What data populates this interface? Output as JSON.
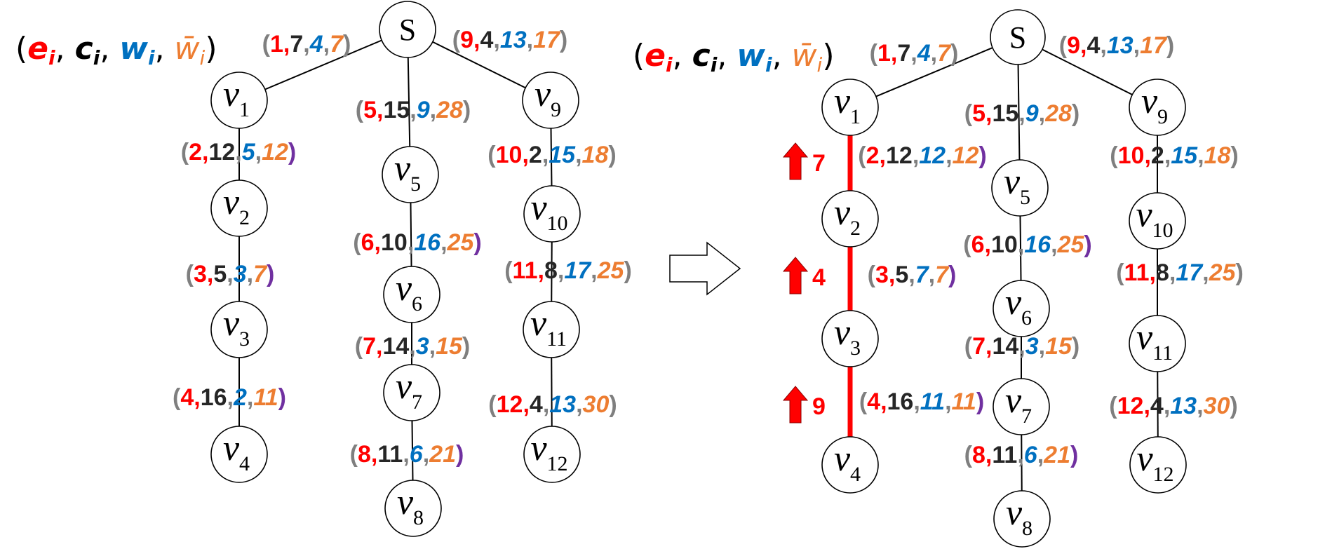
{
  "colors": {
    "e": "#ff0000",
    "c": "#262626",
    "w": "#0070c0",
    "wbar": "#ed7d31",
    "paren": "#7f7f7f",
    "paren_alt": "#7030a0",
    "highlight": "#ff0000"
  },
  "legend": {
    "open": "(",
    "close": ")",
    "sep": ", ",
    "e": "e",
    "c": "c",
    "w": "w",
    "wbar": "w̄",
    "sub": "i"
  },
  "root_label": "S",
  "panels": [
    {
      "id": "before",
      "nodes": [
        {
          "id": "v1",
          "name": "v",
          "sub": "1"
        },
        {
          "id": "v2",
          "name": "v",
          "sub": "2"
        },
        {
          "id": "v3",
          "name": "v",
          "sub": "3"
        },
        {
          "id": "v4",
          "name": "v",
          "sub": "4"
        },
        {
          "id": "v5",
          "name": "v",
          "sub": "5"
        },
        {
          "id": "v6",
          "name": "v",
          "sub": "6"
        },
        {
          "id": "v7",
          "name": "v",
          "sub": "7"
        },
        {
          "id": "v8",
          "name": "v",
          "sub": "8"
        },
        {
          "id": "v9",
          "name": "v",
          "sub": "9"
        },
        {
          "id": "v10",
          "name": "v",
          "sub": "10"
        },
        {
          "id": "v11",
          "name": "v",
          "sub": "11"
        },
        {
          "id": "v12",
          "name": "v",
          "sub": "12"
        }
      ],
      "edges": [
        {
          "from": "S",
          "to": "v1",
          "e": "1",
          "c": "7",
          "w": "4",
          "wbar": "7",
          "close": "paren"
        },
        {
          "from": "v1",
          "to": "v2",
          "e": "2",
          "c": "12",
          "w": "5",
          "wbar": "12",
          "close": "paren_alt"
        },
        {
          "from": "v2",
          "to": "v3",
          "e": "3",
          "c": "5",
          "w": "3",
          "wbar": "7",
          "close": "paren_alt"
        },
        {
          "from": "v3",
          "to": "v4",
          "e": "4",
          "c": "16",
          "w": "2",
          "wbar": "11",
          "close": "paren_alt"
        },
        {
          "from": "S",
          "to": "v5",
          "e": "5",
          "c": "15",
          "w": "9",
          "wbar": "28",
          "close": "paren"
        },
        {
          "from": "v5",
          "to": "v6",
          "e": "6",
          "c": "10",
          "w": "16",
          "wbar": "25",
          "close": "paren_alt"
        },
        {
          "from": "v6",
          "to": "v7",
          "e": "7",
          "c": "14",
          "w": "3",
          "wbar": "15",
          "close": "paren"
        },
        {
          "from": "v7",
          "to": "v8",
          "e": "8",
          "c": "11",
          "w": "6",
          "wbar": "21",
          "close": "paren_alt"
        },
        {
          "from": "S",
          "to": "v9",
          "e": "9",
          "c": "4",
          "w": "13",
          "wbar": "17",
          "close": "paren"
        },
        {
          "from": "v9",
          "to": "v10",
          "e": "10",
          "c": "2",
          "w": "15",
          "wbar": "18",
          "close": "paren"
        },
        {
          "from": "v10",
          "to": "v11",
          "e": "11",
          "c": "8",
          "w": "17",
          "wbar": "25",
          "close": "paren"
        },
        {
          "from": "v11",
          "to": "v12",
          "e": "12",
          "c": "4",
          "w": "13",
          "wbar": "30",
          "close": "paren"
        }
      ]
    },
    {
      "id": "after",
      "nodes": [
        {
          "id": "v1",
          "name": "v",
          "sub": "1"
        },
        {
          "id": "v2",
          "name": "v",
          "sub": "2"
        },
        {
          "id": "v3",
          "name": "v",
          "sub": "3"
        },
        {
          "id": "v4",
          "name": "v",
          "sub": "4"
        },
        {
          "id": "v5",
          "name": "v",
          "sub": "5"
        },
        {
          "id": "v6",
          "name": "v",
          "sub": "6"
        },
        {
          "id": "v7",
          "name": "v",
          "sub": "7"
        },
        {
          "id": "v8",
          "name": "v",
          "sub": "8"
        },
        {
          "id": "v9",
          "name": "v",
          "sub": "9"
        },
        {
          "id": "v10",
          "name": "v",
          "sub": "10"
        },
        {
          "id": "v11",
          "name": "v",
          "sub": "11"
        },
        {
          "id": "v12",
          "name": "v",
          "sub": "12"
        }
      ],
      "edges": [
        {
          "from": "S",
          "to": "v1",
          "e": "1",
          "c": "7",
          "w": "4",
          "wbar": "7",
          "close": "paren"
        },
        {
          "from": "v1",
          "to": "v2",
          "e": "2",
          "c": "12",
          "w": "12",
          "wbar": "12",
          "close": "paren_alt",
          "upgrade": "7"
        },
        {
          "from": "v2",
          "to": "v3",
          "e": "3",
          "c": "5",
          "w": "7",
          "wbar": "7",
          "close": "paren_alt",
          "upgrade": "4"
        },
        {
          "from": "v3",
          "to": "v4",
          "e": "4",
          "c": "16",
          "w": "11",
          "wbar": "11",
          "close": "paren_alt",
          "upgrade": "9"
        },
        {
          "from": "S",
          "to": "v5",
          "e": "5",
          "c": "15",
          "w": "9",
          "wbar": "28",
          "close": "paren"
        },
        {
          "from": "v5",
          "to": "v6",
          "e": "6",
          "c": "10",
          "w": "16",
          "wbar": "25",
          "close": "paren_alt"
        },
        {
          "from": "v6",
          "to": "v7",
          "e": "7",
          "c": "14",
          "w": "3",
          "wbar": "15",
          "close": "paren"
        },
        {
          "from": "v7",
          "to": "v8",
          "e": "8",
          "c": "11",
          "w": "6",
          "wbar": "21",
          "close": "paren_alt"
        },
        {
          "from": "S",
          "to": "v9",
          "e": "9",
          "c": "4",
          "w": "13",
          "wbar": "17",
          "close": "paren"
        },
        {
          "from": "v9",
          "to": "v10",
          "e": "10",
          "c": "2",
          "w": "15",
          "wbar": "18",
          "close": "paren"
        },
        {
          "from": "v10",
          "to": "v11",
          "e": "11",
          "c": "8",
          "w": "17",
          "wbar": "25",
          "close": "paren"
        },
        {
          "from": "v11",
          "to": "v12",
          "e": "12",
          "c": "4",
          "w": "13",
          "wbar": "30",
          "close": "paren"
        }
      ]
    }
  ]
}
